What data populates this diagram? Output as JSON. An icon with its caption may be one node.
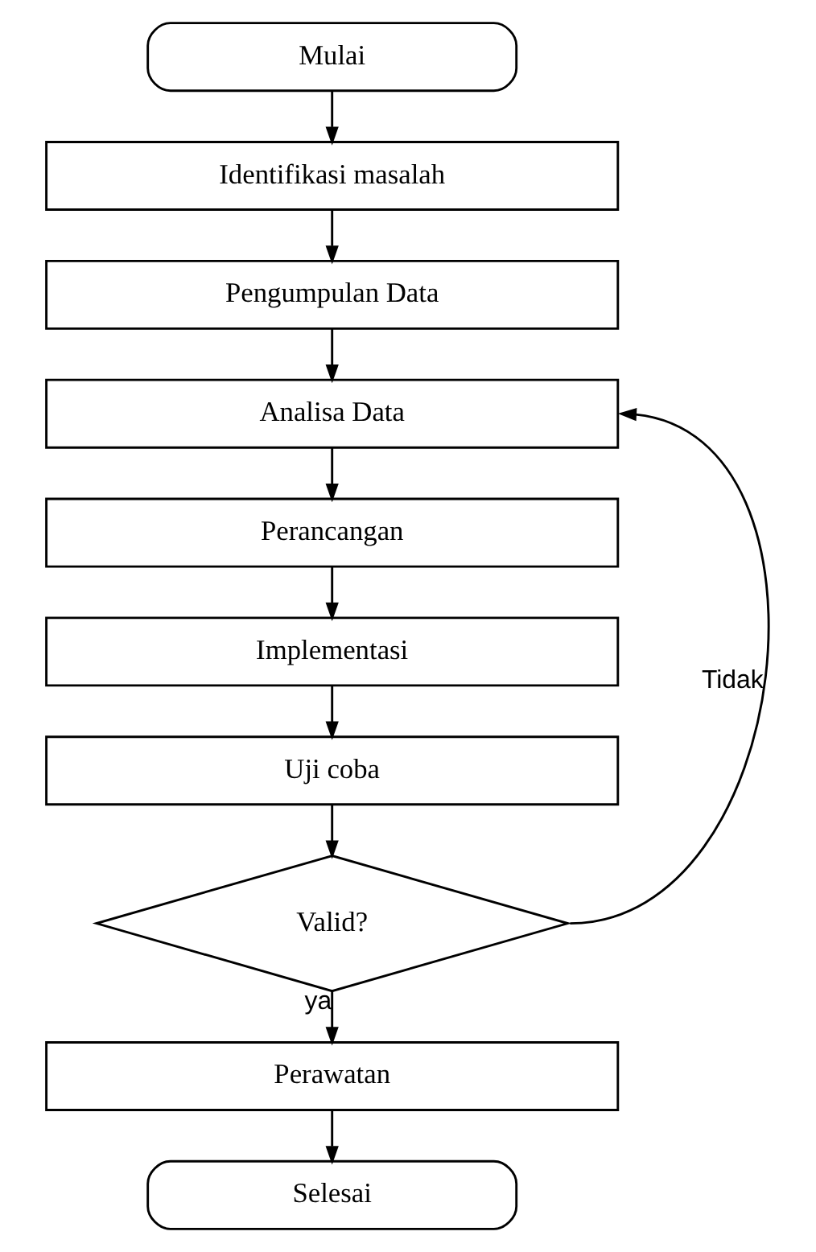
{
  "diagram": {
    "nodes": [
      {
        "text": [
          "Mulai"
        ]
      },
      {
        "text": [
          "Identifikasi masalah"
        ]
      },
      {
        "text": [
          "Pengumpulan Data"
        ]
      },
      {
        "text": [
          "Analisa Data"
        ]
      },
      {
        "text": [
          "Perancangan"
        ]
      },
      {
        "text": [
          "Implementasi"
        ]
      },
      {
        "text": [
          "Uji coba"
        ]
      },
      {
        "text": [
          "Valid?"
        ]
      },
      {
        "text": [
          "Perawatan"
        ]
      },
      {
        "text": [
          "Selesai"
        ]
      }
    ],
    "edges": [
      {
        "from": 0,
        "to": 1,
        "arrow": "to"
      },
      {
        "from": 1,
        "to": 2,
        "arrow": "to"
      },
      {
        "from": 2,
        "to": 3,
        "arrow": "to"
      },
      {
        "from": 3,
        "to": 4,
        "arrow": "to"
      },
      {
        "from": 4,
        "to": 5,
        "arrow": "to"
      },
      {
        "from": 5,
        "to": 6,
        "arrow": "to"
      },
      {
        "from": 6,
        "to": 7,
        "arrow": "to"
      },
      {
        "from": 7,
        "to": 8,
        "label": "ya",
        "arrow": "to"
      },
      {
        "from": 7,
        "to": 3,
        "label": "Tidak",
        "arrow": "to"
      },
      {
        "from": 8,
        "to": 9,
        "arrow": "to"
      }
    ]
  }
}
